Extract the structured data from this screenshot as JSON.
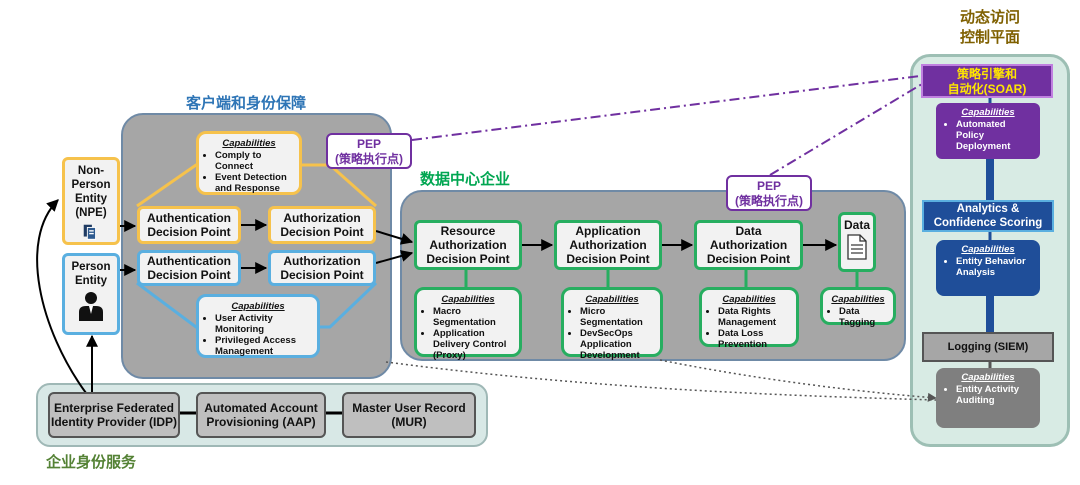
{
  "titles": {
    "client": "客户端和身份保障",
    "datacenter": "数据中心企业",
    "enterprise": "企业身份服务",
    "dynamic_line1": "动态访问",
    "dynamic_line2": "控制平面"
  },
  "entities": {
    "npe": "Non-Person Entity (NPE)",
    "person": "Person Entity"
  },
  "client": {
    "cap_top": {
      "heading": "Capabilities",
      "items": [
        "Comply to Connect",
        "Event Detection and Response"
      ]
    },
    "cap_bottom": {
      "heading": "Capabilities",
      "items": [
        "User Activity Monitoring",
        "Privileged Access Management"
      ]
    },
    "authn_top": "Authentication Decision Point",
    "authz_top": "Authorization Decision Point",
    "authn_bottom": "Authentication Decision Point",
    "authz_bottom": "Authorization Decision Point"
  },
  "pep1": {
    "line1": "PEP",
    "line2": "(策略执行点)"
  },
  "pep2": {
    "line1": "PEP",
    "line2": "(策略执行点)"
  },
  "datacenter": {
    "resource": "Resource Authorization Decision Point",
    "application": "Application Authorization Decision Point",
    "data_auth": "Data Authorization Decision Point",
    "data_label": "Data",
    "cap_resource": {
      "heading": "Capabilities",
      "items": [
        "Macro Segmentation",
        "Application Delivery Control (Proxy)"
      ]
    },
    "cap_application": {
      "heading": "Capabilities",
      "items": [
        "Micro Segmentation",
        "DevSecOps Application Development"
      ]
    },
    "cap_data_auth": {
      "heading": "Capabilities",
      "items": [
        "Data Rights Management",
        "Data Loss Prevention"
      ]
    },
    "cap_data": {
      "heading": "Capabilities",
      "items": [
        "Data Tagging"
      ]
    }
  },
  "enterprise": {
    "idp": "Enterprise Federated Identity Provider (IDP)",
    "aap": "Automated Account Provisioning (AAP)",
    "mur": "Master User Record (MUR)"
  },
  "soar": {
    "title_line1": "策略引擎和",
    "title_line2": "自动化(SOAR)",
    "cap1": {
      "heading": "Capabilities",
      "items": [
        "Automated Policy Deployment"
      ]
    },
    "analytics": "Analytics & Confidence Scoring",
    "cap2": {
      "heading": "Capabilities",
      "items": [
        "Entity Behavior Analysis"
      ]
    },
    "logging": "Logging (SIEM)",
    "cap3": {
      "heading": "Capabilities",
      "items": [
        "Entity Activity Auditing"
      ]
    }
  }
}
